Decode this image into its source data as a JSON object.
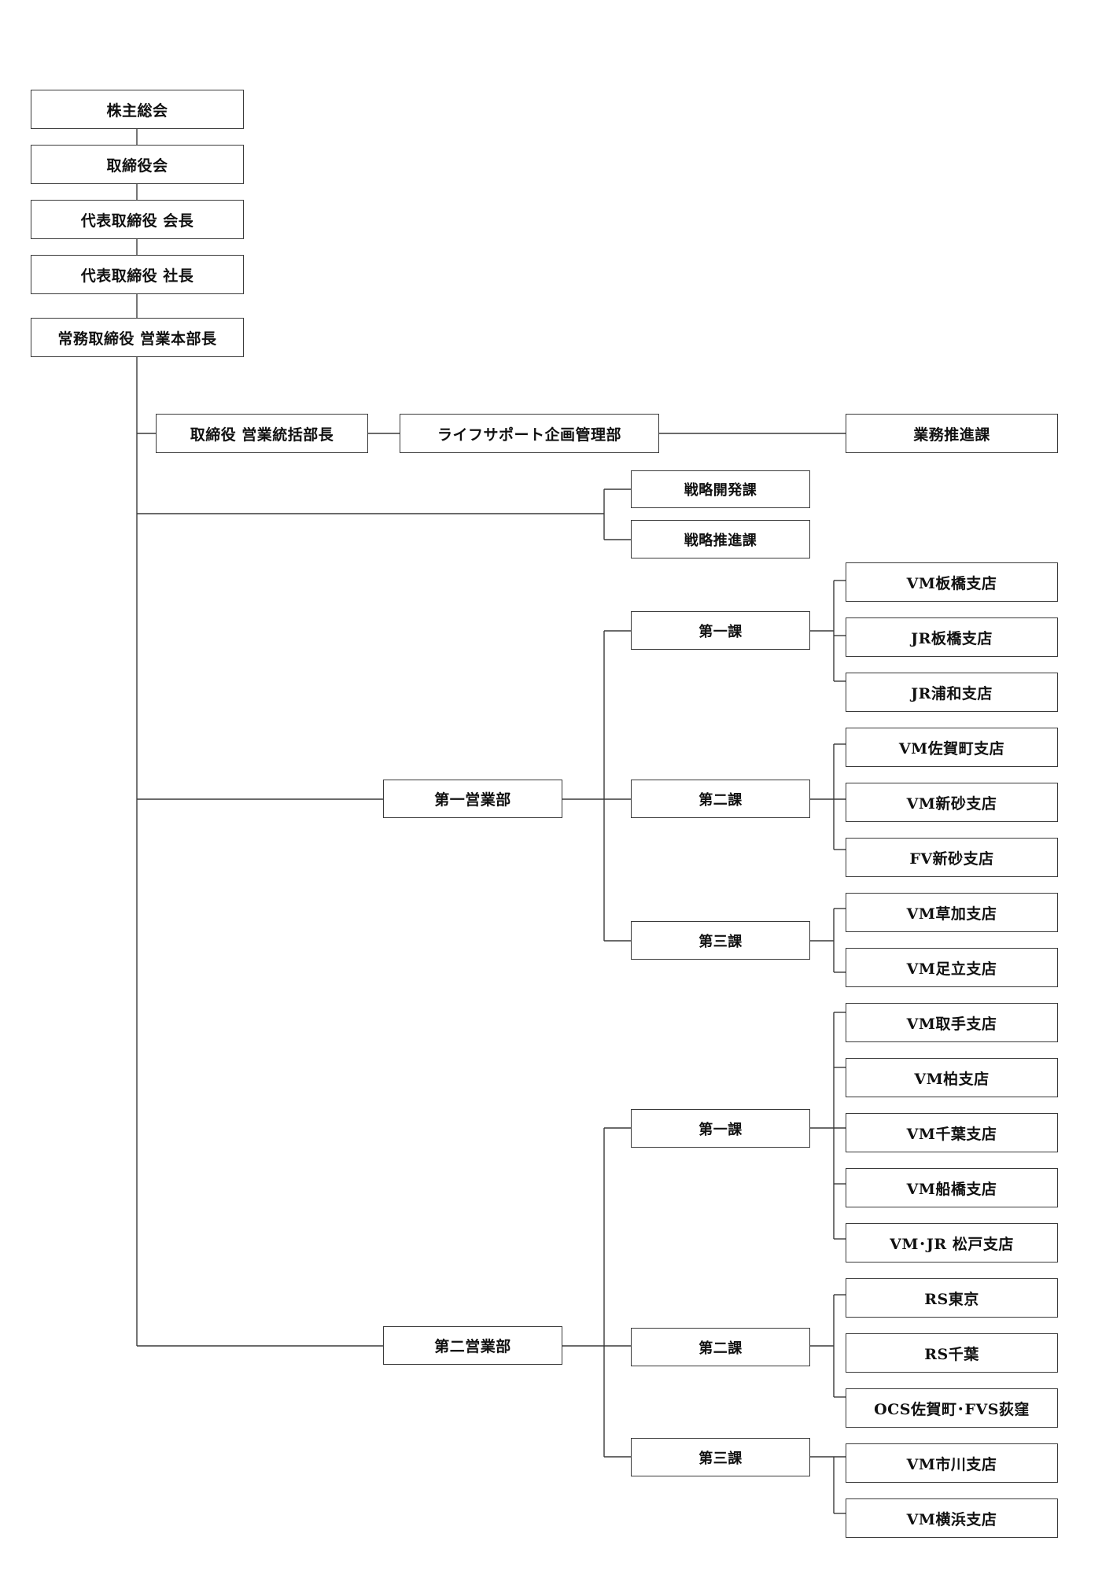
{
  "nodes": {
    "shareholders": "株主総会",
    "board": "取締役会",
    "chairman": "代表取締役 会長",
    "president": "代表取締役 社長",
    "sales_head": "常務取締役 営業本部長",
    "sales_gm": "取締役 営業統括部長",
    "life_support": "ライフサポート企画管理部",
    "biz_promo": "業務推進課",
    "strategy_dev": "戦略開発課",
    "strategy_promo": "戦略推進課",
    "dept1": "第一営業部",
    "dept1_sec1": "第一課",
    "dept1_sec2": "第二課",
    "dept1_sec3": "第三課",
    "vm_itabashi": "VM板橋支店",
    "jr_itabashi": "JR板橋支店",
    "jr_urawa": "JR浦和支店",
    "vm_sagacho": "VM佐賀町支店",
    "vm_shinsuna": "VM新砂支店",
    "fv_shinsuna": "FV新砂支店",
    "vm_soka": "VM草加支店",
    "vm_adachi": "VM足立支店",
    "dept2": "第二営業部",
    "dept2_sec1": "第一課",
    "dept2_sec2": "第二課",
    "dept2_sec3": "第三課",
    "vm_toride": "VM取手支店",
    "vm_kashiwa": "VM柏支店",
    "vm_chiba": "VM千葉支店",
    "vm_funabashi": "VM船橋支店",
    "vm_jr_matsudo": "VM･JR 松戸支店",
    "rs_tokyo": "RS東京",
    "rs_chiba": "RS千葉",
    "ocs_fvs": "OCS佐賀町･FVS荻窪",
    "vm_ichikawa": "VM市川支店",
    "vm_yokohama": "VM横浜支店"
  }
}
